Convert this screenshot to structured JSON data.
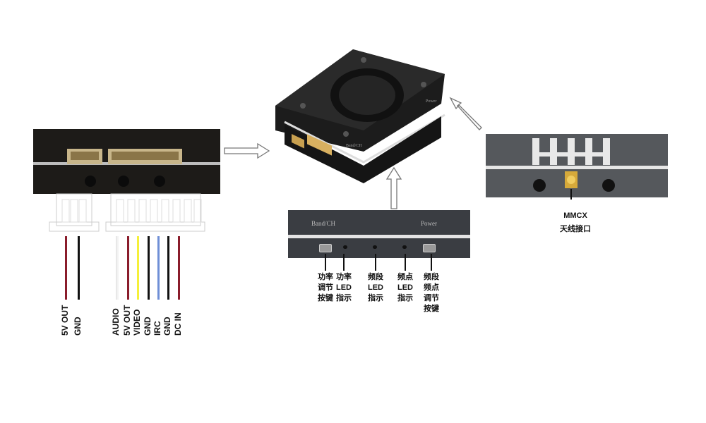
{
  "left_connector": {
    "wires_small": [
      {
        "label": "5V OUT",
        "color": "#8a1c2b"
      },
      {
        "label": "GND",
        "color": "#111111"
      }
    ],
    "wires_large": [
      {
        "label": "AUDIO",
        "color": "#f2f2f2"
      },
      {
        "label": "5V OUT",
        "color": "#8a1c2b"
      },
      {
        "label": "VIDEO",
        "color": "#f5f03a"
      },
      {
        "label": "GND",
        "color": "#111111"
      },
      {
        "label": "IRC",
        "color": "#6f8fd6"
      },
      {
        "label": "GND",
        "color": "#111111"
      },
      {
        "label": "DC IN",
        "color": "#8a1c2b"
      }
    ]
  },
  "front_panel": {
    "band_label": "Band/CH",
    "power_label": "Power",
    "callouts": [
      {
        "lines": [
          "功率",
          "调节",
          "按键"
        ]
      },
      {
        "lines": [
          "功率",
          "LED",
          "指示"
        ]
      },
      {
        "lines": [
          "频段",
          "LED",
          "指示"
        ]
      },
      {
        "lines": [
          "频点",
          "LED",
          "指示"
        ]
      },
      {
        "lines": [
          "频段",
          "频点",
          "调节",
          "按键"
        ]
      }
    ]
  },
  "antenna": {
    "title": "MMCX",
    "subtitle": "天线接口"
  },
  "device_top": {
    "side_label": "Power",
    "front_label": "Band/CH"
  }
}
